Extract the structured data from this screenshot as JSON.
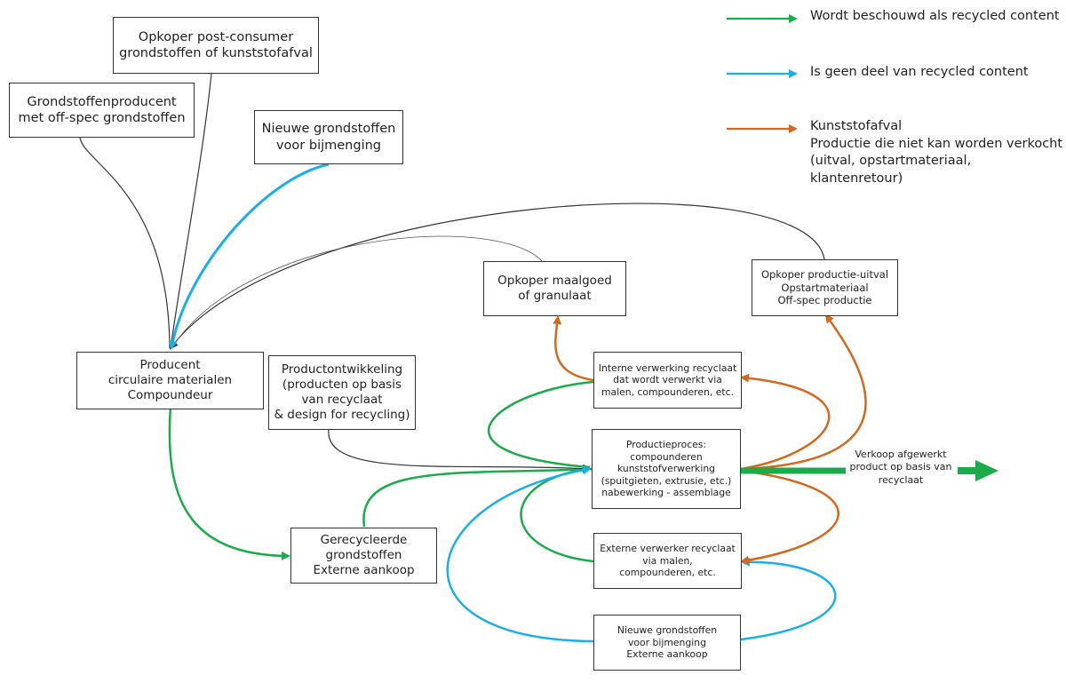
{
  "colors": {
    "recycled": "#1aab4b",
    "not_recycled": "#1aafe6",
    "plastic_waste": "#d2691e",
    "neutral": "#333333"
  },
  "legend": {
    "recycled": "Wordt beschouwd als recycled content",
    "not_recycled": "Is geen deel van recycled content",
    "plastic_waste": "Kunststofafval\nProductie die niet kan worden verkocht\n(uitval, opstartmateriaal, klantenretour)"
  },
  "nodes": {
    "post_consumer_buyer": "Opkoper post-consumer\ngrondstoffen of kunststofafval",
    "raw_material_producer": "Grondstoffenproducent\nmet off-spec grondstoffen",
    "new_materials_top": "Nieuwe grondstoffen\nvoor bijmenging",
    "regrind_buyer": "Opkoper maalgoed\nof granulaat",
    "production_scrap_buyer": "Opkoper productie-uitval\nOpstartmateriaal\nOff-spec productie",
    "circular_producer": "Producent\ncirculaire materialen\nCompoundeur",
    "product_development": "Productontwikkeling\n(producten op basis\nvan recyclaat\n& design for recycling)",
    "internal_processing": "Interne verwerking recyclaat\ndat wordt verwerkt via\nmalen, compounderen, etc.",
    "production_process": "Productieproces:\ncompounderen\nkunststofverwerking\n(spuitgieten, extrusie, etc.)\nnabewerking - assemblage",
    "recycled_materials": "Gerecycleerde\ngrondstoffen\nExterne aankoop",
    "external_processor": "Externe verwerker recyclaat\nvia malen,\ncompounderen, etc.",
    "new_materials_bottom": "Nieuwe grondstoffen\nvoor bijmenging\nExterne aankoop"
  },
  "sale_label": "Verkoop afgewerkt\nproduct op basis van\nrecyclaat"
}
